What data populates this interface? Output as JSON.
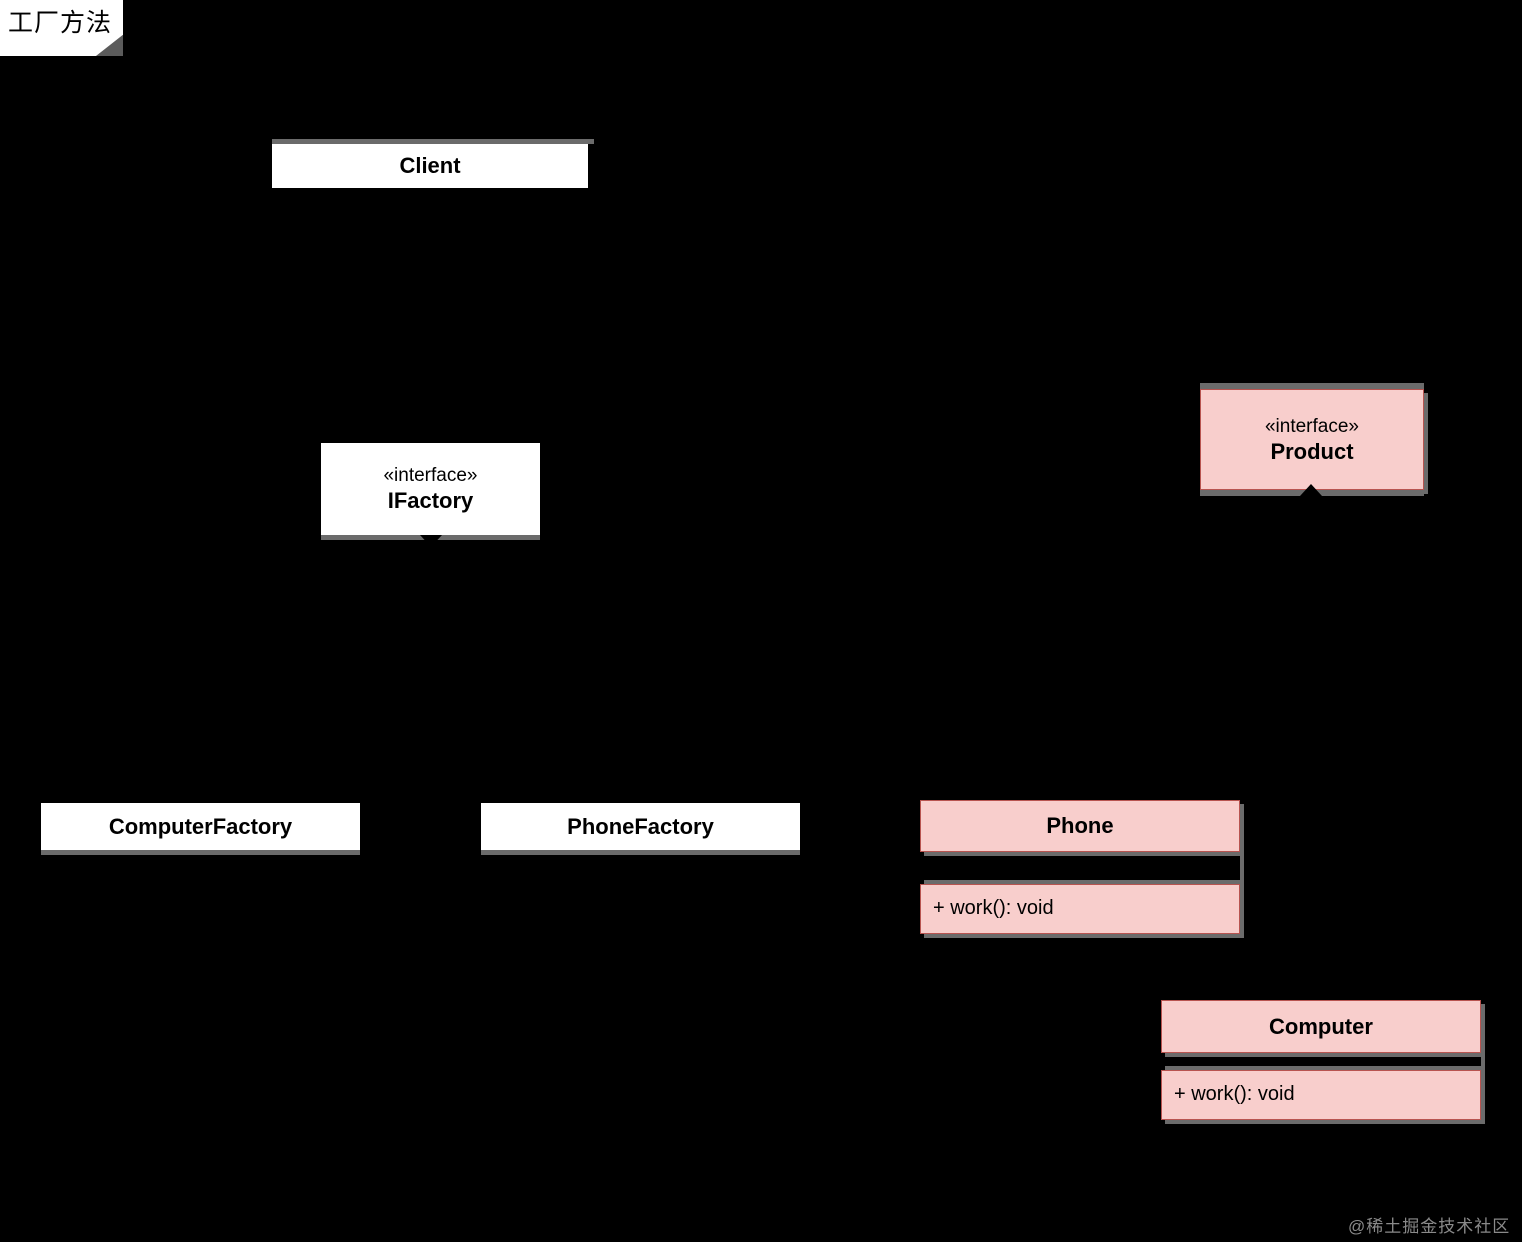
{
  "diagram": {
    "title_note": "工厂方法",
    "background": "#000000",
    "pink_fill": "#f8cecc",
    "pink_stroke": "#b85450",
    "white_fill": "#ffffff",
    "shadow_color": "#6b6b6b"
  },
  "nodes": {
    "client": {
      "name": "Client"
    },
    "ifactory": {
      "stereotype": "«interface»",
      "name": "IFactory"
    },
    "product": {
      "stereotype": "«interface»",
      "name": "Product"
    },
    "computer_factory": {
      "name": "ComputerFactory"
    },
    "phone_factory": {
      "name": "PhoneFactory"
    },
    "phone": {
      "name": "Phone",
      "attributes": [],
      "methods": [
        "+ work(): void"
      ]
    },
    "computer": {
      "name": "Computer",
      "attributes": [],
      "methods": [
        "+ work(): void"
      ]
    }
  },
  "watermark": "@稀土掘金技术社区"
}
